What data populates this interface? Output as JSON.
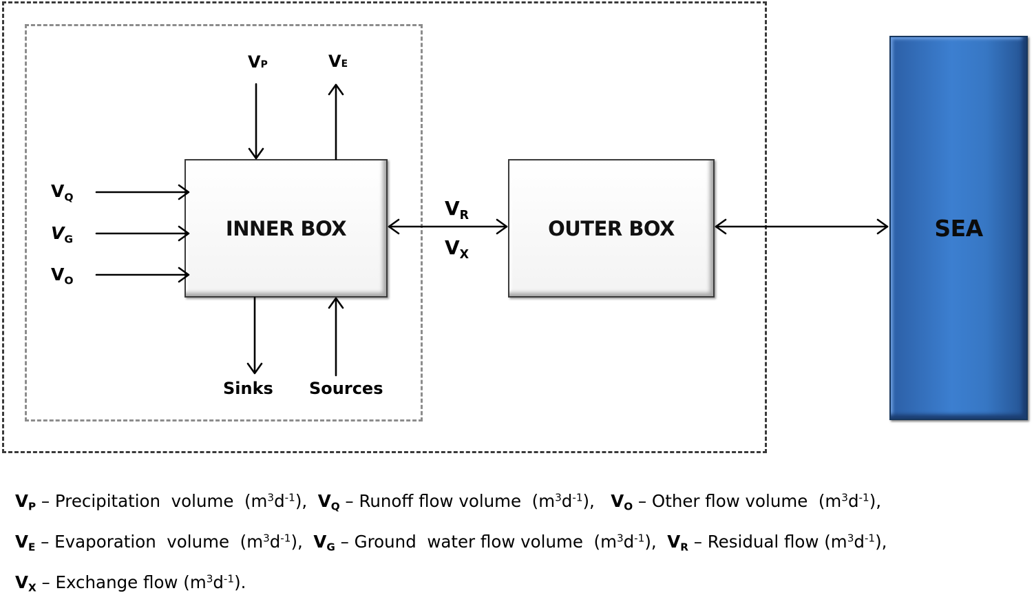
{
  "boxes": {
    "inner": "INNER BOX",
    "outer": "OUTER BOX",
    "sea": "SEA"
  },
  "labels": {
    "vp": {
      "main": "V",
      "sub": "P"
    },
    "ve": {
      "main": "V",
      "sub": "E"
    },
    "vq": {
      "main": "V",
      "sub": "Q"
    },
    "vg": {
      "main": "V",
      "sub": "G"
    },
    "vo": {
      "main": "V",
      "sub": "O"
    },
    "vr": {
      "main": "V",
      "sub": "R"
    },
    "vx": {
      "main": "V",
      "sub": "X"
    },
    "sinks": "Sinks",
    "sources": "Sources"
  },
  "legend": {
    "lines": [
      [
        {
          "v": "V",
          "s": "P",
          "text": " – Precipitation  volume  (m",
          "sup": "3",
          "mid": "d",
          "sup2": "-1",
          "end": "),  "
        },
        {
          "v": "V",
          "s": "Q",
          "text": " – Runoff flow volume  (m",
          "sup": "3",
          "mid": "d",
          "sup2": "-1",
          "end": "),   "
        },
        {
          "v": "V",
          "s": "O",
          "text": " – Other flow volume  (m",
          "sup": "3",
          "mid": "d",
          "sup2": "-1",
          "end": "),"
        }
      ],
      [
        {
          "v": "V",
          "s": "E",
          "text": " – Evaporation  volume  (m",
          "sup": "3",
          "mid": "d",
          "sup2": "-1",
          "end": "),  "
        },
        {
          "v": "V",
          "s": "G",
          "text": " – Ground  water flow volume  (m",
          "sup": "3",
          "mid": "d",
          "sup2": "-1",
          "end": "),  "
        },
        {
          "v": "V",
          "s": "R",
          "text": " – Residual flow (m",
          "sup": "3",
          "mid": "d",
          "sup2": "-1",
          "end": "),"
        }
      ],
      [
        {
          "v": "V",
          "s": "X",
          "text": " – Exchange flow (m",
          "sup": "3",
          "mid": "d",
          "sup2": "-1",
          "end": ")."
        }
      ]
    ]
  }
}
